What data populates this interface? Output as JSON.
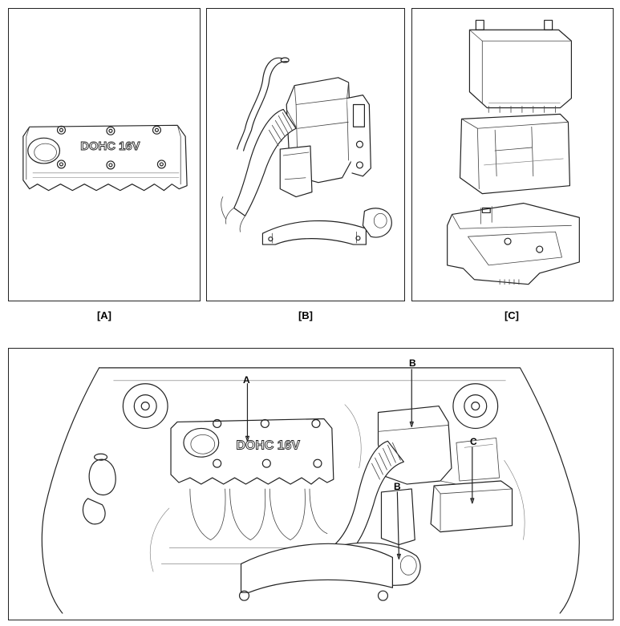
{
  "panels": {
    "a": {
      "caption": "[A]",
      "cover_text": "DOHC 16V"
    },
    "b": {
      "caption": "[B]"
    },
    "c": {
      "caption": "[C]"
    }
  },
  "engine_bay": {
    "cover_text": "DOHC 16V",
    "callouts": {
      "a": "A",
      "b_top": "B",
      "b_lower": "B",
      "c": "C"
    }
  }
}
